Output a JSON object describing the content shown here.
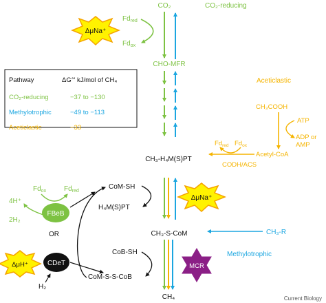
{
  "colors": {
    "co2": "#7dc242",
    "methyl": "#1ba6e0",
    "acetate": "#f5b400",
    "black": "#111111",
    "star_fill": "#fff200",
    "star_stroke": "#f5a300",
    "mcr": "#8b1f86",
    "fbeb": "#7dc242"
  },
  "labels": {
    "co2_top": "CO₂",
    "co2_reducing_top": "CO₂-reducing",
    "fd_red": "Fd",
    "fd_red_sub": "red",
    "fd_ox": "Fd",
    "fd_ox_sub": "ox",
    "star_na_top": "ΔμNa⁺",
    "cho_mfr": "CHO-MFR",
    "aceticlastic_label": "Aceticlastic",
    "ch3cooh": "CH₃COOH",
    "atp": "ATP",
    "adp_or_amp": "ADP or\nAMP",
    "fd_red2": "Fd",
    "fd_red2_sub": "red",
    "fd_ox2": "Fd",
    "fd_ox2_sub": "ox",
    "codh_acs": "CODH/ACS",
    "acetyl_coa": "Acetyl-CoA",
    "ch3_h4mspt": "CH₃-H₄M(S)PT",
    "fd_ox3": "Fd",
    "fd_ox3_sub": "ox",
    "fd_red3": "Fd",
    "fd_red3_sub": "red",
    "four_h_plus": "4H⁺",
    "two_h2": "2H₂",
    "fbeb": "FBeB",
    "or": "OR",
    "com_sh": "CoM-SH",
    "h4mspt": "H₄M(S)PT",
    "star_na_mid": "ΔμNa⁺",
    "ch3_s_com": "CH₃-S-CoM",
    "ch3_r": "CH₃-R",
    "methylotrophic_label": "Methylotrophic",
    "star_h": "ΔμH⁺",
    "cdet": "CDeT",
    "h2": "H₂",
    "cob_sh": "CoB-SH",
    "com_s_s_cob": "CoM-S-S-CoB",
    "mcr": "MCR",
    "ch4": "CH₄",
    "credit": "Current Biology"
  },
  "table": {
    "header_pathway": "Pathway",
    "header_dg": "ΔG°′ kJ/mol of CH₄",
    "rows": [
      {
        "name": "CO₂-reducing",
        "value": "−37 to −130"
      },
      {
        "name": "Methylotrophic",
        "value": "−49 to −113"
      },
      {
        "name": "Aceticlastic",
        "value": "−33"
      }
    ]
  }
}
